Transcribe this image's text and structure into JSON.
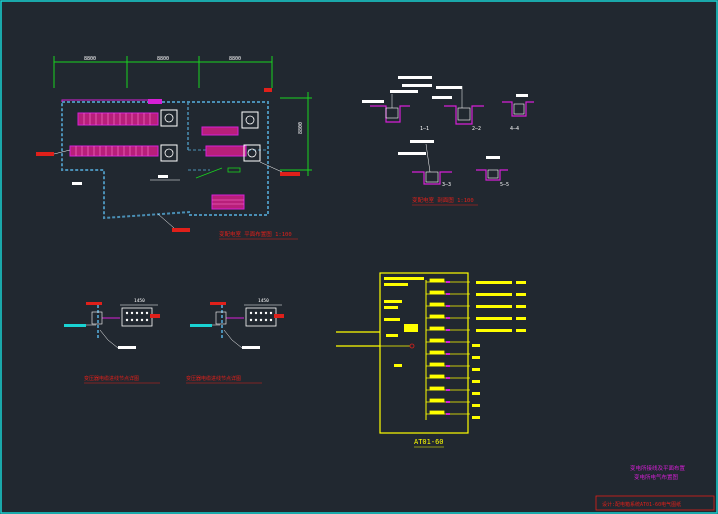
{
  "colors": {
    "background": "#212830",
    "border": "#19d3d3",
    "wall": "#4a8fb5",
    "equipment": "#d61fd6",
    "equipment_fill": "#b81f7a",
    "annotation": "#ffffff",
    "label_red": "#e0201a",
    "yellow": "#ffff00",
    "green": "#19d31f"
  },
  "plan": {
    "dim_1": "8800",
    "dim_2": "8800",
    "dim_3": "8800",
    "dim_vertical": "8800",
    "title": "变配电室 平面布置图 1:100"
  },
  "sections": {
    "s1": "1—1",
    "s2": "2—2",
    "s3": "3—3",
    "s4": "4—4",
    "s5": "5—5",
    "title": "变配电室 剖面图 1:100"
  },
  "details": {
    "left_dim": "1450",
    "right_dim": "1450",
    "left_title": "变压器电缆进线节点详图",
    "right_title": "变压器电缆进线节点详图"
  },
  "panel": {
    "name": "AT01-60"
  },
  "title_block": {
    "line1": "变电所接线及平面布置",
    "line2": "变电所电气布置图",
    "line3": "设计:配电箱系统AT01-60电气图纸"
  }
}
